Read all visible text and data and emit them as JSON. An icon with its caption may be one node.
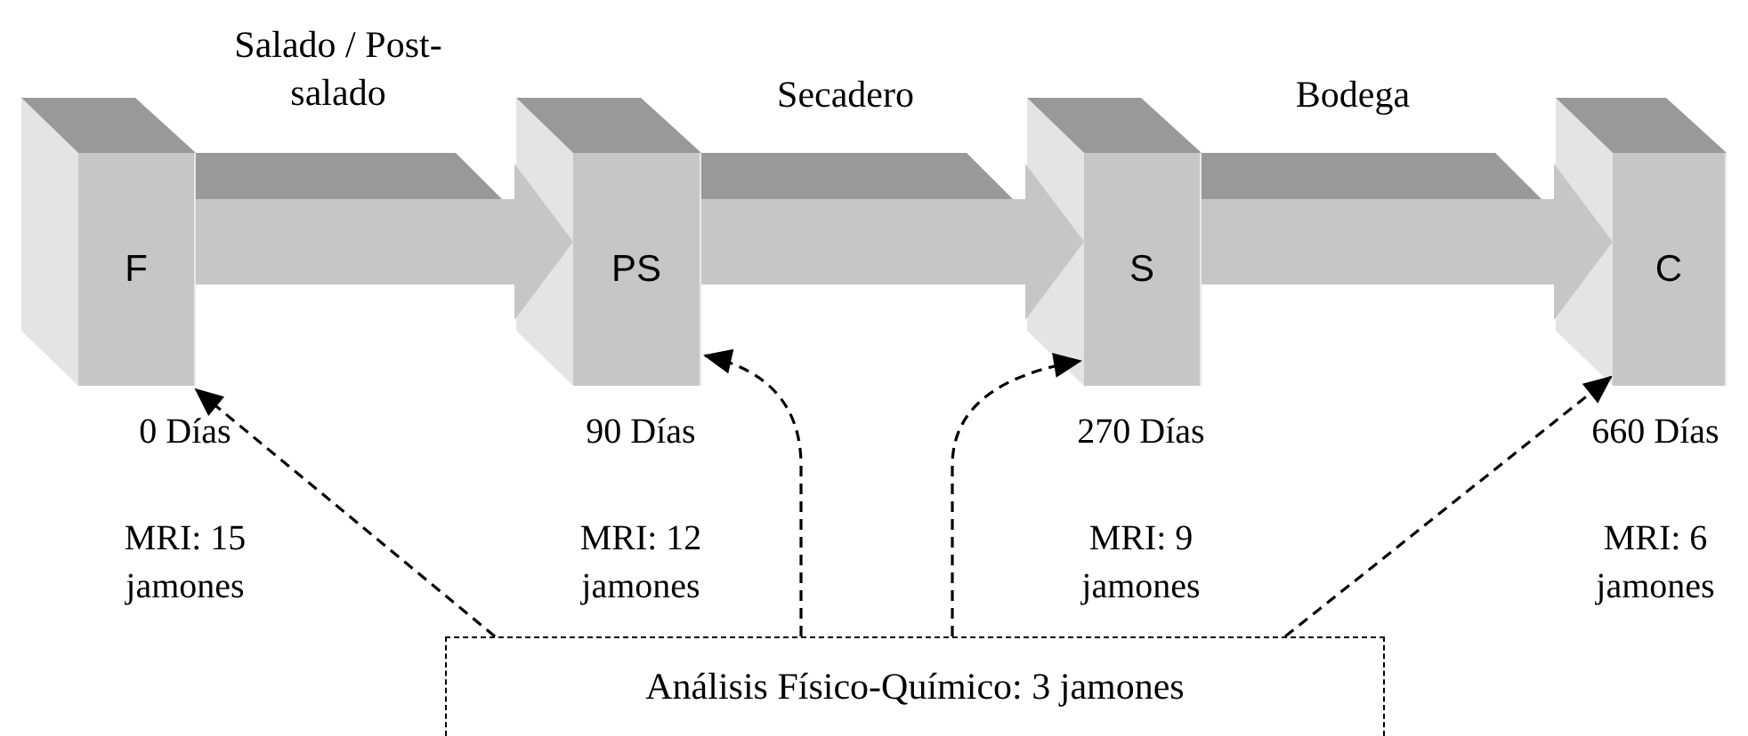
{
  "diagram": {
    "nodes": [
      {
        "text": [
          "F"
        ],
        "beside": [
          "0 Días"
        ]
      },
      {
        "text": [
          "PS"
        ],
        "beside": [
          "90 Días"
        ]
      },
      {
        "text": [
          "S"
        ],
        "beside": [
          "270 Días"
        ]
      },
      {
        "text": [
          "C"
        ],
        "beside": [
          "660 Días"
        ]
      },
      {
        "text": [
          "Análisis Físico-Químico: 3 jamones"
        ]
      }
    ],
    "edges": [
      {
        "from": 0,
        "to": 1,
        "arrow": "to",
        "label": "Salado / Post-salado",
        "style": "thick",
        "color": "#c6c6c6"
      },
      {
        "from": 1,
        "to": 2,
        "arrow": "to",
        "label": "Secadero",
        "style": "thick",
        "color": "#c6c6c6"
      },
      {
        "from": 2,
        "to": 3,
        "arrow": "to",
        "label": "Bodega",
        "style": "thick",
        "color": "#c6c6c6"
      },
      {
        "from": 4,
        "to": 0,
        "arrow": "to",
        "style": "dashed"
      },
      {
        "from": 4,
        "to": 1,
        "arrow": "to",
        "style": "dashed"
      },
      {
        "from": 4,
        "to": 2,
        "arrow": "to",
        "style": "dashed"
      },
      {
        "from": 4,
        "to": 3,
        "arrow": "to",
        "style": "dashed"
      }
    ],
    "labels": [
      "MRI: 15 jamones",
      "MRI: 12 jamones",
      "MRI: 9 jamones",
      "MRI: 6 jamones"
    ]
  }
}
